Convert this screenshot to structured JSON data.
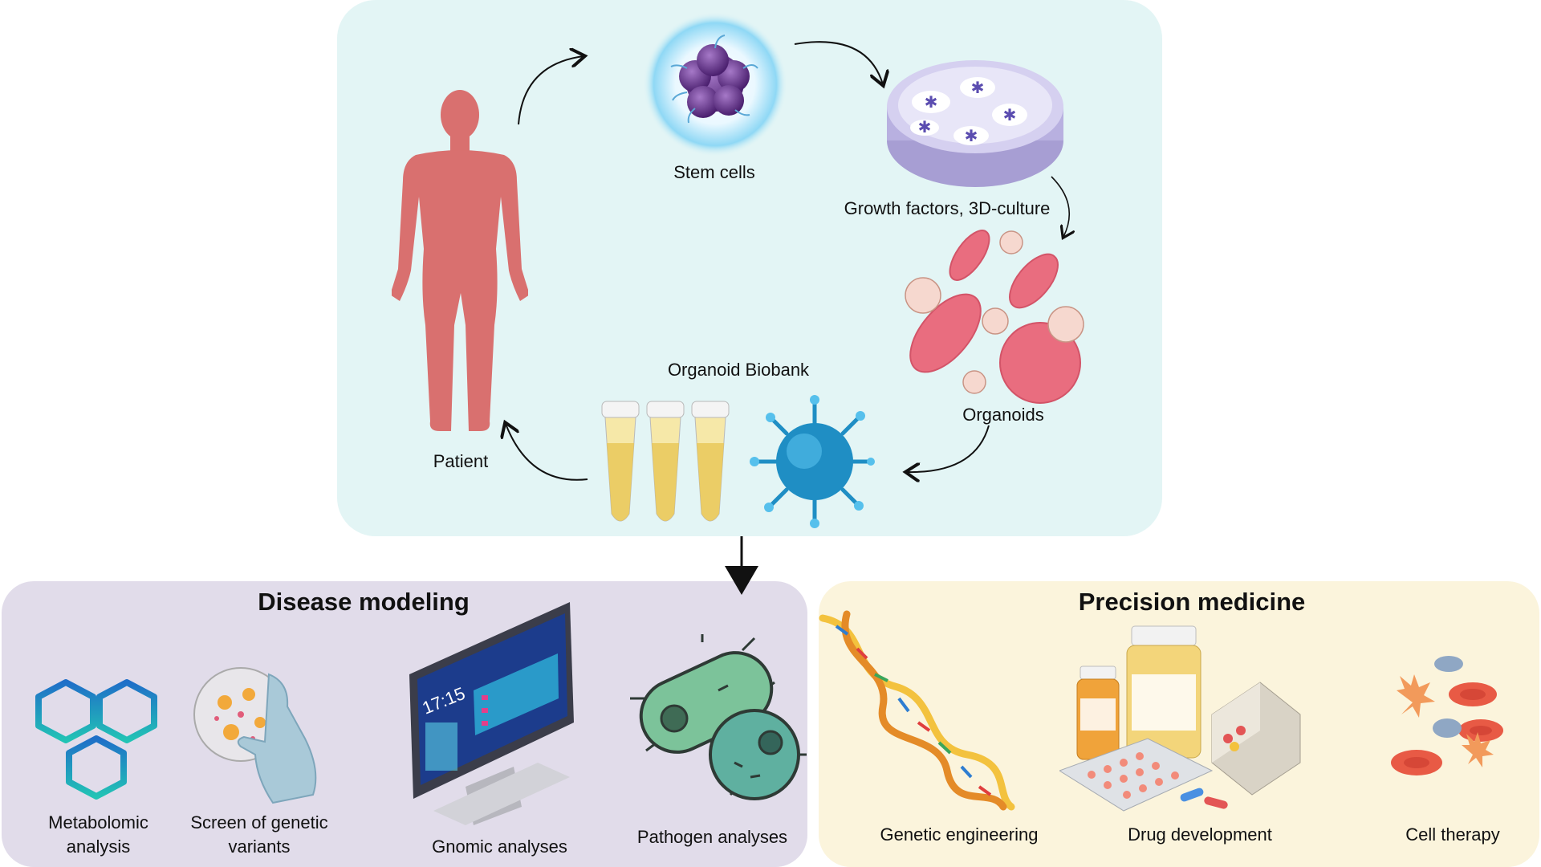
{
  "top_cycle": {
    "stem_cells": "Stem cells",
    "growth": "Growth factors, 3D-culture",
    "organoids": "Organoids",
    "biobank": "Organoid Biobank",
    "patient": "Patient"
  },
  "disease_modeling": {
    "title": "Disease modeling",
    "items": [
      {
        "label_line1": "Metabolomic",
        "label_line2": "analysis"
      },
      {
        "label_line1": "Screen of  genetic",
        "label_line2": "variants"
      },
      {
        "label_line1": "Gnomic analyses",
        "screen_time": "17:15"
      },
      {
        "label_line1": "Pathogen analyses"
      }
    ]
  },
  "precision_medicine": {
    "title": "Precision medicine",
    "items": [
      {
        "label": "Genetic engineering"
      },
      {
        "label": "Drug development"
      },
      {
        "label": "Cell therapy"
      }
    ]
  },
  "colors": {
    "top_panel": "#e3f5f5",
    "disease_panel": "#e1dcea",
    "precision_panel": "#fbf4dc",
    "patient": "#d9706f",
    "stem_cell": "#6b3a8f",
    "dish": "#c9c3e8",
    "organoid_red": "#e96d7f",
    "virus_blue": "#1f8ec4"
  }
}
